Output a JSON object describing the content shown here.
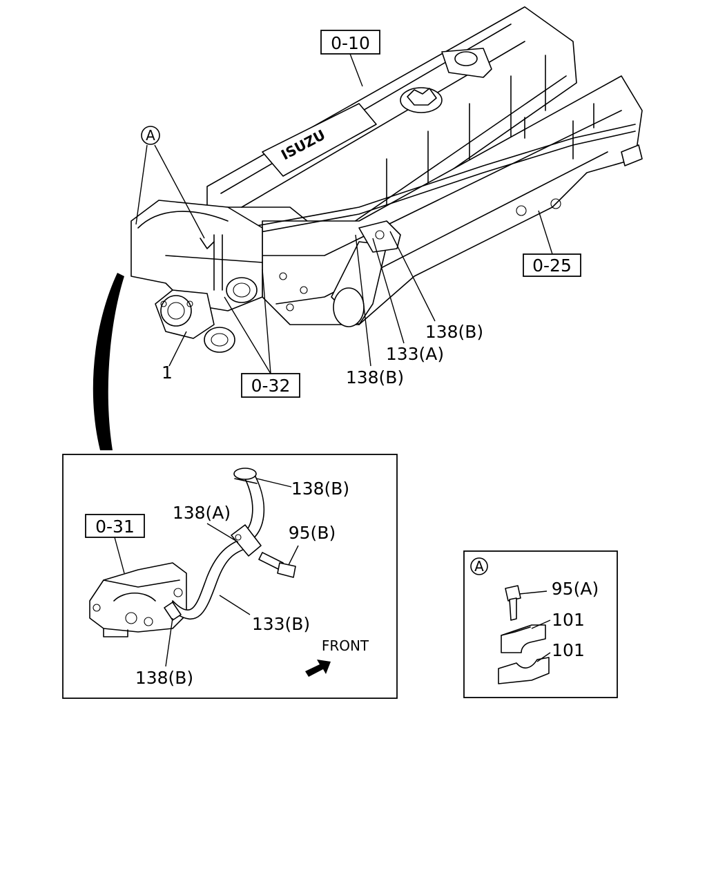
{
  "refs": {
    "r010": "0-10",
    "r025": "0-25",
    "r032": "0-32",
    "r031": "0-31"
  },
  "callouts": {
    "a_main": "A",
    "a_detail": "A"
  },
  "main_labels": {
    "p1": "1",
    "p138b_1": "138(B)",
    "p133a": "133(A)",
    "p138b_2": "138(B)"
  },
  "inset_labels": {
    "p138b_top": "138(B)",
    "p138a": "138(A)",
    "p95b": "95(B)",
    "p133b": "133(B)",
    "p138b_bottom": "138(B)",
    "front": "FRONT"
  },
  "detail_labels": {
    "p95a": "95(A)",
    "p101_top": "101",
    "p101_bottom": "101"
  },
  "logo_text": "ISUZU"
}
